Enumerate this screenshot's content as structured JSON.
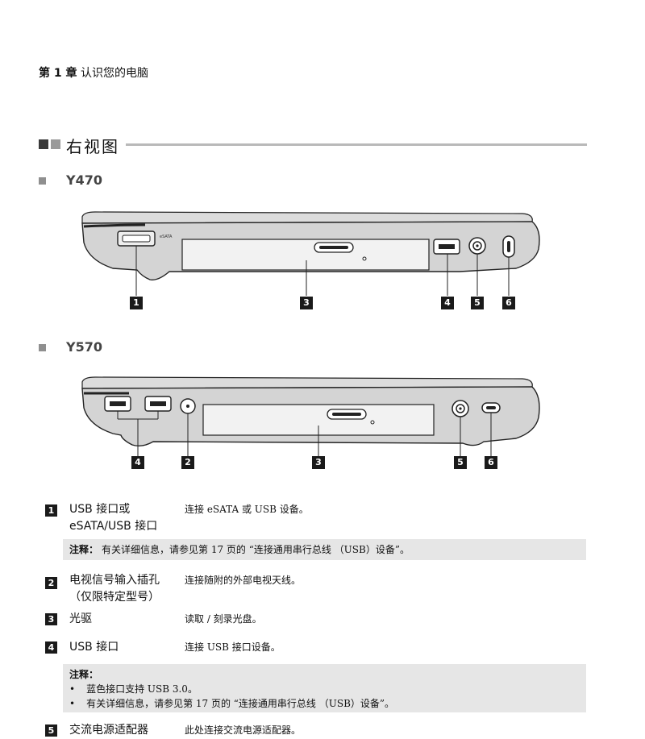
{
  "header": {
    "chapter_num": "第 1 章",
    "chapter_title": "认识您的电脑"
  },
  "section": {
    "title": "右视图"
  },
  "models": [
    {
      "name": "Y470",
      "callouts": [
        "1",
        "3",
        "4",
        "5",
        "6"
      ]
    },
    {
      "name": "Y570",
      "callouts": [
        "4",
        "2",
        "3",
        "5",
        "6"
      ]
    }
  ],
  "items": [
    {
      "num": "1",
      "term_line1": "USB 接口或",
      "term_line2": "eSATA/USB 接口",
      "desc": "连接 eSATA 或 USB 设备。"
    },
    {
      "num": "2",
      "term_line1": "电视信号输入插孔",
      "term_line2": "（仅限特定型号）",
      "desc": "连接随附的外部电视天线。"
    },
    {
      "num": "3",
      "term_line1": "光驱",
      "desc": "读取 / 刻录光盘。"
    },
    {
      "num": "4",
      "term_line1": "USB 接口",
      "desc": "连接 USB 接口设备。"
    },
    {
      "num": "5",
      "term_line1": "交流电源适配器",
      "desc": "此处连接交流电源适配器。"
    }
  ],
  "notes": {
    "note1": {
      "label": "注释：",
      "text": "有关详细信息，请参见第 17 页的 “连接通用串行总线 （USB）设备”。"
    },
    "note2": {
      "label": "注释：",
      "bullets": [
        "蓝色接口支持 USB 3.0。",
        "有关详细信息，请参见第 17 页的 “连接通用串行总线 （USB）设备”。"
      ]
    }
  },
  "colors": {
    "text": "#111111",
    "note_bg": "#e6e6e6",
    "rule": "#b9b9b9",
    "badge": "#1a1a1a"
  }
}
